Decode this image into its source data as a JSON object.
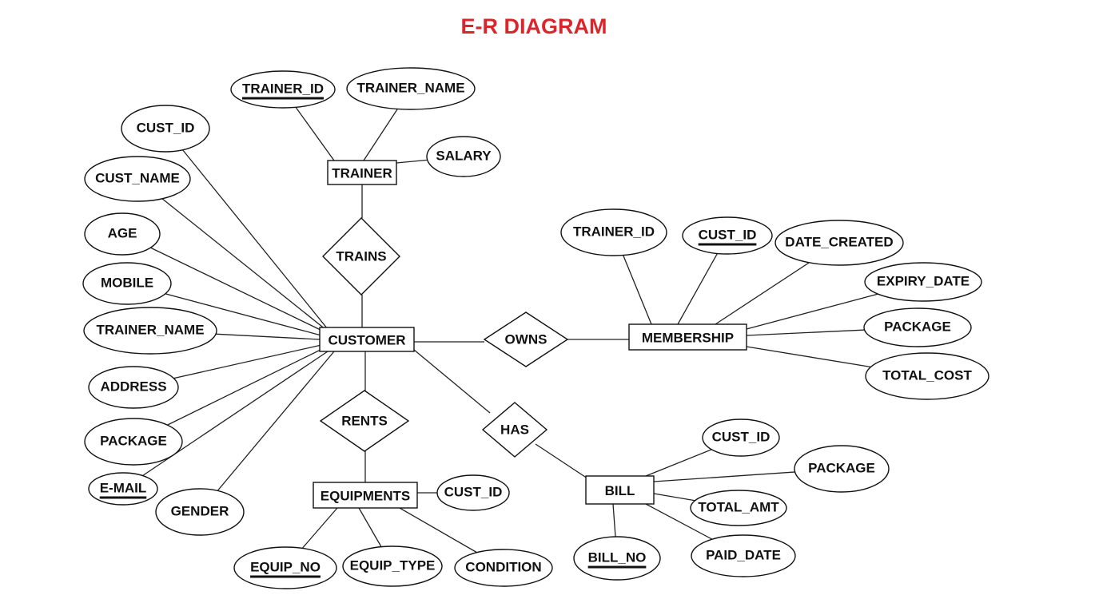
{
  "title": "E-R DIAGRAM",
  "colors": {
    "title": "#d9262c",
    "stroke": "#111111",
    "background": "#ffffff"
  },
  "entities": [
    {
      "id": "trainer",
      "label": "TRAINER"
    },
    {
      "id": "customer",
      "label": "CUSTOMER"
    },
    {
      "id": "membership",
      "label": "MEMBERSHIP"
    },
    {
      "id": "equipments",
      "label": "EQUIPMENTS"
    },
    {
      "id": "bill",
      "label": "BILL"
    }
  ],
  "relationships": [
    {
      "id": "trains",
      "label": "TRAINS"
    },
    {
      "id": "owns",
      "label": "OWNS"
    },
    {
      "id": "rents",
      "label": "RENTS"
    },
    {
      "id": "has",
      "label": "HAS"
    }
  ],
  "attributes": [
    {
      "id": "trainer_trainer_id",
      "label": "TRAINER_ID",
      "key": true,
      "entity": "trainer"
    },
    {
      "id": "trainer_trainer_name",
      "label": "TRAINER_NAME",
      "key": false,
      "entity": "trainer"
    },
    {
      "id": "trainer_salary",
      "label": "SALARY",
      "key": false,
      "entity": "trainer"
    },
    {
      "id": "customer_cust_id",
      "label": "CUST_ID",
      "key": false,
      "entity": "customer"
    },
    {
      "id": "customer_cust_name",
      "label": "CUST_NAME",
      "key": false,
      "entity": "customer"
    },
    {
      "id": "customer_age",
      "label": "AGE",
      "key": false,
      "entity": "customer"
    },
    {
      "id": "customer_mobile",
      "label": "MOBILE",
      "key": false,
      "entity": "customer"
    },
    {
      "id": "customer_trainer_name",
      "label": "TRAINER_NAME",
      "key": false,
      "entity": "customer"
    },
    {
      "id": "customer_address",
      "label": "ADDRESS",
      "key": false,
      "entity": "customer"
    },
    {
      "id": "customer_package",
      "label": "PACKAGE",
      "key": false,
      "entity": "customer"
    },
    {
      "id": "customer_email",
      "label": "E-MAIL",
      "key": true,
      "entity": "customer"
    },
    {
      "id": "customer_gender",
      "label": "GENDER",
      "key": false,
      "entity": "customer"
    },
    {
      "id": "membership_trainer_id",
      "label": "TRAINER_ID",
      "key": false,
      "entity": "membership"
    },
    {
      "id": "membership_cust_id",
      "label": "CUST_ID",
      "key": true,
      "entity": "membership"
    },
    {
      "id": "membership_date_created",
      "label": "DATE_CREATED",
      "key": false,
      "entity": "membership"
    },
    {
      "id": "membership_expiry_date",
      "label": "EXPIRY_DATE",
      "key": false,
      "entity": "membership"
    },
    {
      "id": "membership_package",
      "label": "PACKAGE",
      "key": false,
      "entity": "membership"
    },
    {
      "id": "membership_total_cost",
      "label": "TOTAL_COST",
      "key": false,
      "entity": "membership"
    },
    {
      "id": "equipments_cust_id",
      "label": "CUST_ID",
      "key": false,
      "entity": "equipments"
    },
    {
      "id": "equipments_equip_no",
      "label": "EQUIP_NO",
      "key": true,
      "entity": "equipments"
    },
    {
      "id": "equipments_equip_type",
      "label": "EQUIP_TYPE",
      "key": false,
      "entity": "equipments"
    },
    {
      "id": "equipments_condition",
      "label": "CONDITION",
      "key": false,
      "entity": "equipments"
    },
    {
      "id": "bill_cust_id",
      "label": "CUST_ID",
      "key": false,
      "entity": "bill"
    },
    {
      "id": "bill_package",
      "label": "PACKAGE",
      "key": false,
      "entity": "bill"
    },
    {
      "id": "bill_total_amt",
      "label": "TOTAL_AMT",
      "key": false,
      "entity": "bill"
    },
    {
      "id": "bill_paid_date",
      "label": "PAID_DATE",
      "key": false,
      "entity": "bill"
    },
    {
      "id": "bill_bill_no",
      "label": "BILL_NO",
      "key": true,
      "entity": "bill"
    }
  ],
  "links": [
    [
      "trainer",
      "trains"
    ],
    [
      "trains",
      "customer"
    ],
    [
      "customer",
      "owns"
    ],
    [
      "owns",
      "membership"
    ],
    [
      "customer",
      "rents"
    ],
    [
      "rents",
      "equipments"
    ],
    [
      "customer",
      "has"
    ],
    [
      "has",
      "bill"
    ]
  ]
}
